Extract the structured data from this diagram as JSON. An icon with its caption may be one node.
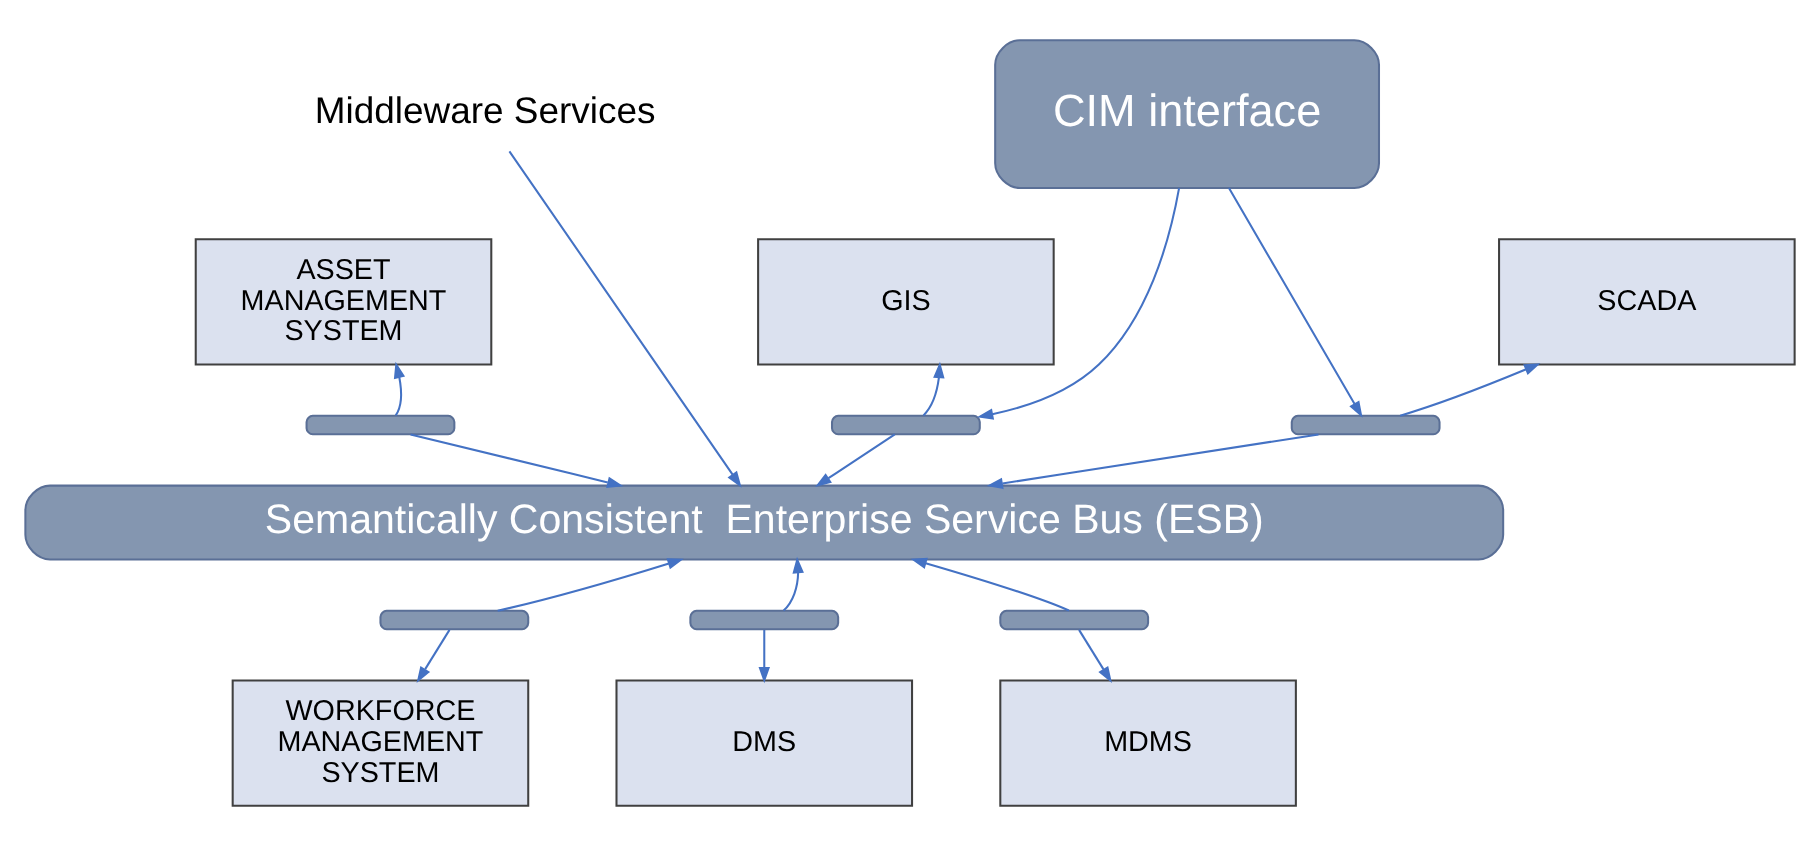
{
  "diagram": {
    "nodes": [
      {
        "text": [
          "Middleware Services"
        ]
      },
      {
        "text": [
          "CIM interface"
        ]
      },
      {
        "text": [
          "ASSET MANAGEMENT SYSTEM"
        ]
      },
      {
        "text": [
          "GIS"
        ]
      },
      {
        "text": [
          "SCADA"
        ]
      },
      {
        "text": [],
        "shape": "bar"
      },
      {
        "text": [],
        "shape": "bar"
      },
      {
        "text": [],
        "shape": "bar"
      },
      {
        "text": [
          "Semantically Consistent  Enterprise Service Bus (ESB)"
        ]
      },
      {
        "text": [],
        "shape": "bar"
      },
      {
        "text": [],
        "shape": "bar"
      },
      {
        "text": [],
        "shape": "bar"
      },
      {
        "text": [
          "WORKFORCE MANAGEMENT SYSTEM"
        ]
      },
      {
        "text": [
          "DMS"
        ]
      },
      {
        "text": [
          "MDMS"
        ]
      }
    ],
    "edges": [
      {
        "from": 0,
        "to": 8,
        "arrow": "to"
      },
      {
        "from": 1,
        "to": 6,
        "arrow": "to"
      },
      {
        "from": 1,
        "to": 7,
        "arrow": "to"
      },
      {
        "from": 5,
        "to": 2,
        "arrow": "to"
      },
      {
        "from": 5,
        "to": 8,
        "arrow": "to"
      },
      {
        "from": 6,
        "to": 3,
        "arrow": "to"
      },
      {
        "from": 6,
        "to": 8,
        "arrow": "to"
      },
      {
        "from": 7,
        "to": 4,
        "arrow": "to"
      },
      {
        "from": 7,
        "to": 8,
        "arrow": "to"
      },
      {
        "from": 9,
        "to": 8,
        "arrow": "to"
      },
      {
        "from": 9,
        "to": 12,
        "arrow": "to"
      },
      {
        "from": 10,
        "to": 8,
        "arrow": "to"
      },
      {
        "from": 10,
        "to": 13,
        "arrow": "to"
      },
      {
        "from": 11,
        "to": 8,
        "arrow": "to"
      },
      {
        "from": 11,
        "to": 14,
        "arrow": "to"
      }
    ]
  }
}
